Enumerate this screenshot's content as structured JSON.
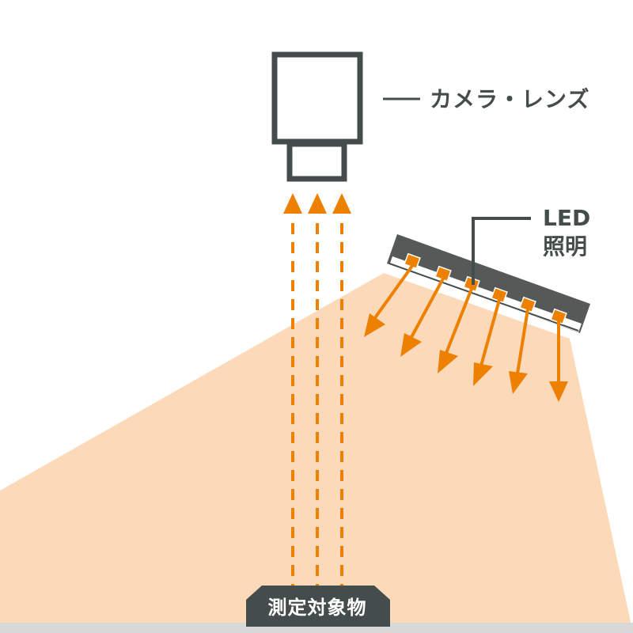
{
  "labels": {
    "camera": "カメラ・レンズ",
    "led_line1": "LED",
    "led_line2": "照明",
    "object": "測定対象物"
  },
  "colors": {
    "light_fill": "#fbd9b9",
    "arrow": "#ee8000",
    "outline": "#454d4c",
    "floor": "#d8d8d8",
    "background": "#ffffff"
  },
  "icons": {
    "camera": "camera-body-icon",
    "lens": "lens-icon",
    "led": "led-bar-icon"
  }
}
